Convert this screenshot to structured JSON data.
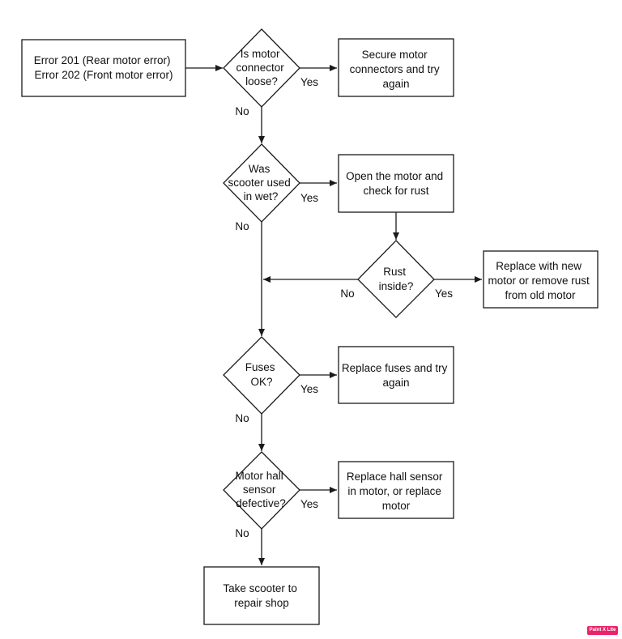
{
  "diagram": {
    "nodes": {
      "start": [
        "Error 201 (Rear motor error)",
        "Error 202 (Front motor error)"
      ],
      "q_connector": [
        "Is motor",
        "connector",
        "loose?"
      ],
      "a_secure": [
        "Secure motor",
        "connectors and try",
        "again"
      ],
      "q_wet": [
        "Was",
        "scooter used",
        "in wet?"
      ],
      "a_open": [
        "Open the motor and",
        "check for rust"
      ],
      "q_rust": [
        "Rust",
        "inside?"
      ],
      "a_replace_motor": [
        "Replace with new",
        "motor or remove rust",
        "from old motor"
      ],
      "q_fuses": [
        "Fuses",
        "OK?"
      ],
      "a_fuses": [
        "Replace fuses and try",
        "again"
      ],
      "q_hall": [
        "Motor hall",
        "sensor",
        "defective?"
      ],
      "a_hall": [
        "Replace hall sensor",
        "in motor, or replace",
        "motor"
      ],
      "end": [
        "Take scooter to",
        "repair shop"
      ]
    },
    "edge_labels": {
      "connector_yes": "Yes",
      "connector_no": "No",
      "wet_yes": "Yes",
      "wet_no": "No",
      "rust_yes": "Yes",
      "rust_no": "No",
      "fuses_yes": "Yes",
      "fuses_no": "No",
      "hall_yes": "Yes",
      "hall_no": "No"
    }
  },
  "badge": {
    "label": "Paint X Lite",
    "color": "#e8246a"
  }
}
